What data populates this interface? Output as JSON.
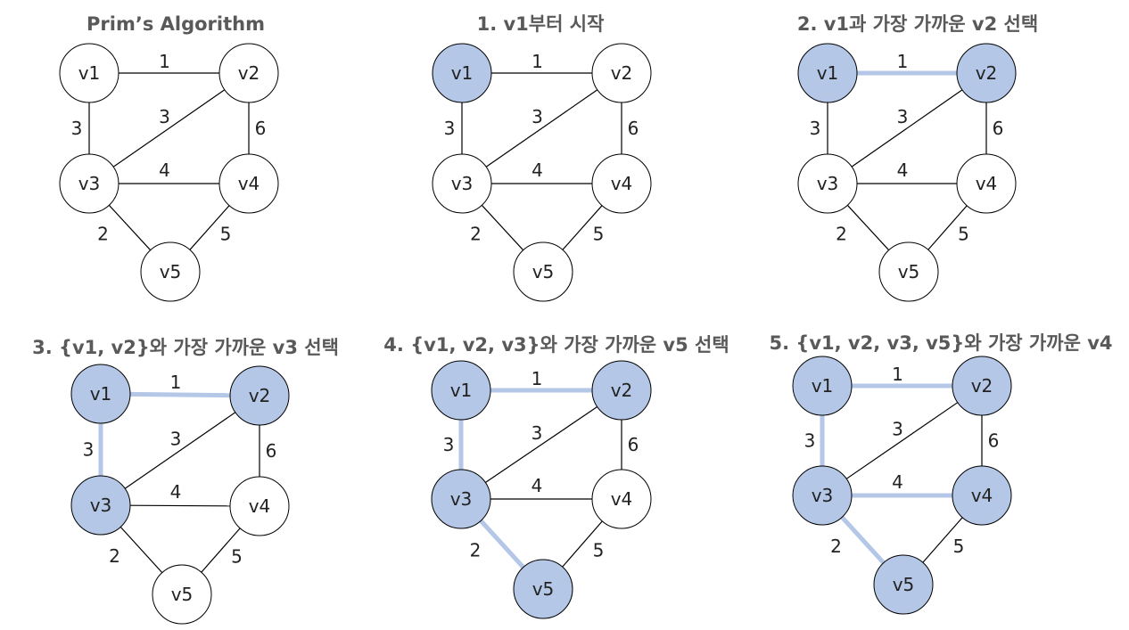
{
  "colors": {
    "selected_fill": "#b4c7e7",
    "unselected_fill": "#ffffff",
    "node_stroke": "#000000",
    "edge": "#000000",
    "highlight_edge": "#b4c7e7",
    "title": "#595959"
  },
  "graph": {
    "nodes": [
      "v1",
      "v2",
      "v3",
      "v4",
      "v5"
    ],
    "edges": [
      {
        "from": "v1",
        "to": "v2",
        "weight": "1"
      },
      {
        "from": "v1",
        "to": "v3",
        "weight": "3"
      },
      {
        "from": "v2",
        "to": "v3",
        "weight": "3"
      },
      {
        "from": "v2",
        "to": "v4",
        "weight": "6"
      },
      {
        "from": "v3",
        "to": "v4",
        "weight": "4"
      },
      {
        "from": "v3",
        "to": "v5",
        "weight": "2"
      },
      {
        "from": "v4",
        "to": "v5",
        "weight": "5"
      }
    ]
  },
  "panels": [
    {
      "title": "Prim’s Algorithm",
      "selected_nodes": [],
      "selected_edges": []
    },
    {
      "title": "1. v1부터 시작",
      "selected_nodes": [
        "v1"
      ],
      "selected_edges": []
    },
    {
      "title": "2. v1과 가장 가까운 v2 선택",
      "selected_nodes": [
        "v1",
        "v2"
      ],
      "selected_edges": [
        [
          "v1",
          "v2"
        ]
      ]
    },
    {
      "title": "3. {v1, v2}와 가장 가까운 v3 선택",
      "selected_nodes": [
        "v1",
        "v2",
        "v3"
      ],
      "selected_edges": [
        [
          "v1",
          "v2"
        ],
        [
          "v1",
          "v3"
        ]
      ]
    },
    {
      "title": "4. {v1, v2, v3}와 가장 가까운 v5 선택",
      "selected_nodes": [
        "v1",
        "v2",
        "v3",
        "v5"
      ],
      "selected_edges": [
        [
          "v1",
          "v2"
        ],
        [
          "v1",
          "v3"
        ],
        [
          "v3",
          "v5"
        ]
      ]
    },
    {
      "title": "5. {v1, v2, v3, v5}와 가장 가까운 v4",
      "selected_nodes": [
        "v1",
        "v2",
        "v3",
        "v4",
        "v5"
      ],
      "selected_edges": [
        [
          "v1",
          "v2"
        ],
        [
          "v1",
          "v3"
        ],
        [
          "v3",
          "v5"
        ],
        [
          "v3",
          "v4"
        ]
      ]
    }
  ]
}
